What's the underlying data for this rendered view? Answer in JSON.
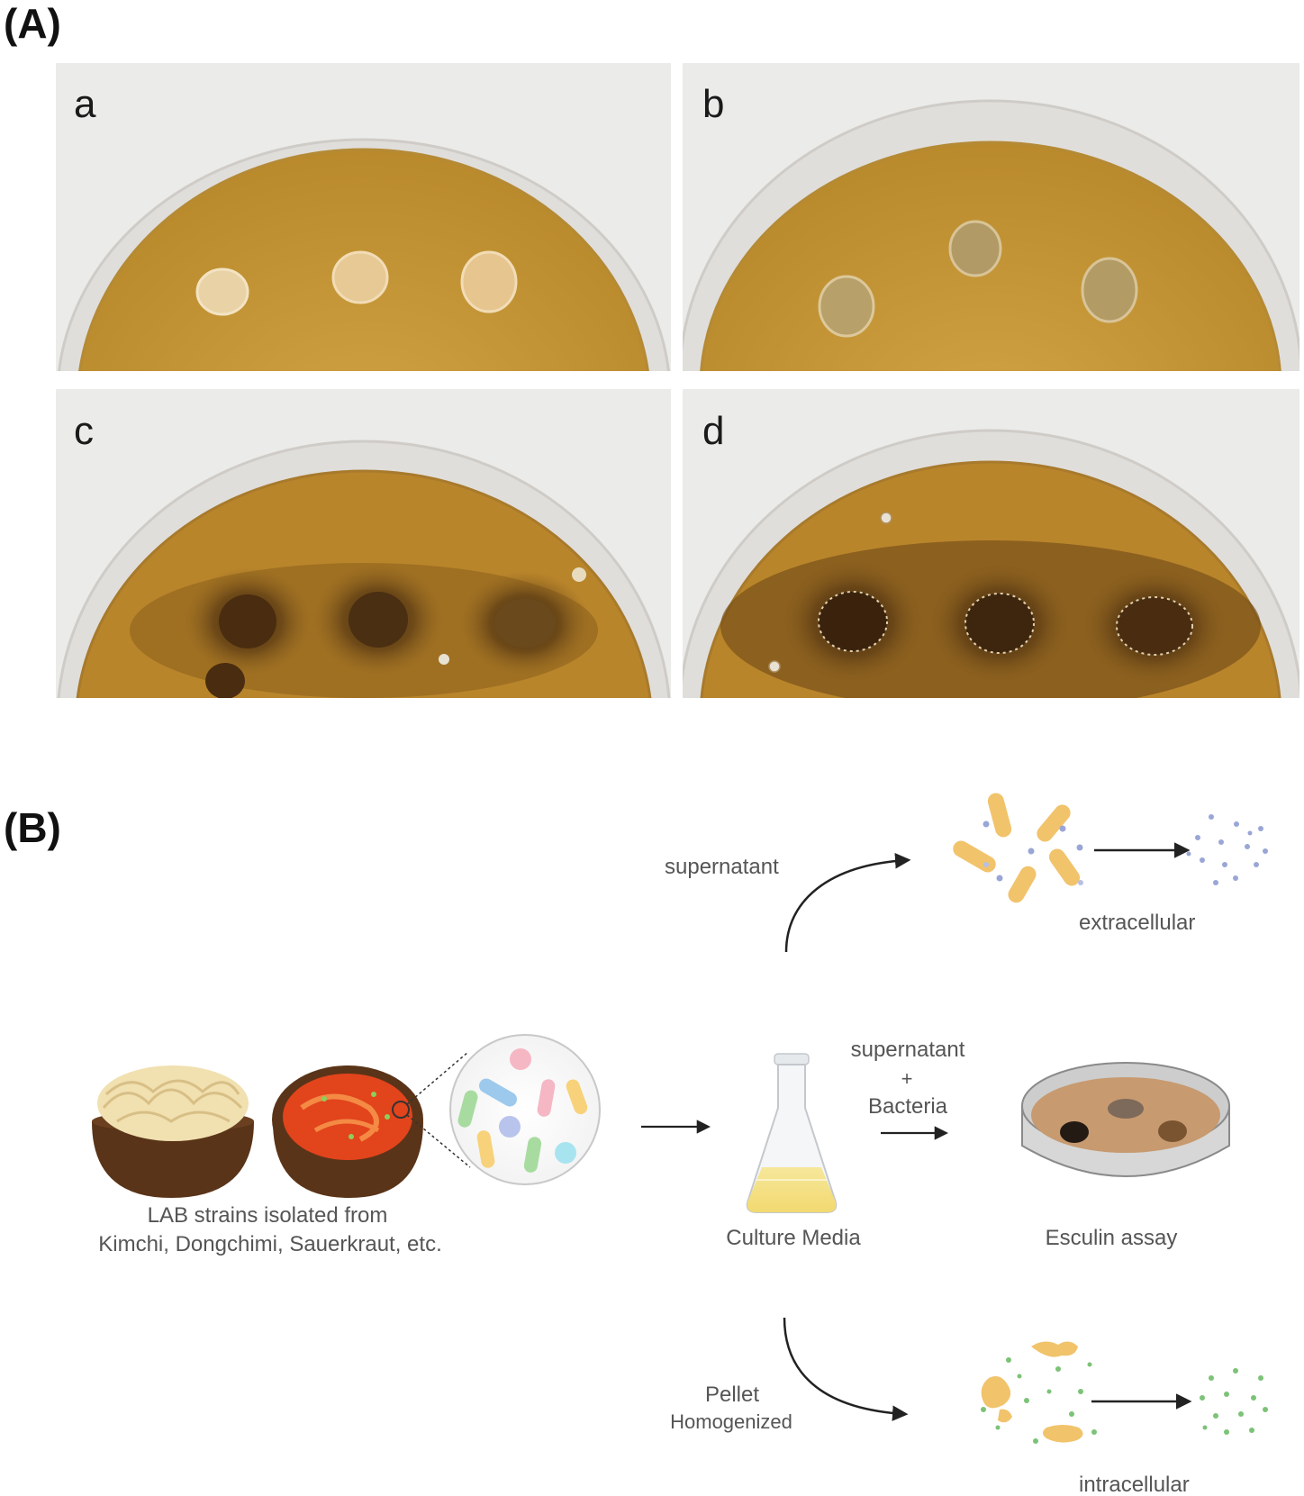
{
  "panel_a": {
    "label": "(A)",
    "plates": [
      {
        "letter": "a"
      },
      {
        "letter": "b"
      },
      {
        "letter": "c"
      },
      {
        "letter": "d"
      }
    ]
  },
  "panel_b": {
    "label": "(B)",
    "source": {
      "line1": "LAB strains isolated from",
      "line2": "Kimchi, Dongchimi, Sauerkraut, etc."
    },
    "culture_media": "Culture Media",
    "middle_branch": {
      "line1": "supernatant",
      "plus": "+",
      "line2": "Bacteria"
    },
    "esculin_assay": "Esculin assay",
    "top_branch": {
      "label": "supernatant",
      "result": "extracellular"
    },
    "bottom_branch": {
      "line1": "Pellet",
      "line2": "Homogenized",
      "result": "intracellular"
    }
  },
  "colors": {
    "agar": "#c99a3a",
    "agar_dark": "#5a3a14",
    "background_photo": "#ececea",
    "arrow": "#222222",
    "bacteria_yellow": "#f1c36b",
    "dots_blue": "#9aa6d6",
    "dots_green": "#7cc277",
    "bowl_brown": "#5a3418",
    "kimchi_red": "#e2441c"
  }
}
